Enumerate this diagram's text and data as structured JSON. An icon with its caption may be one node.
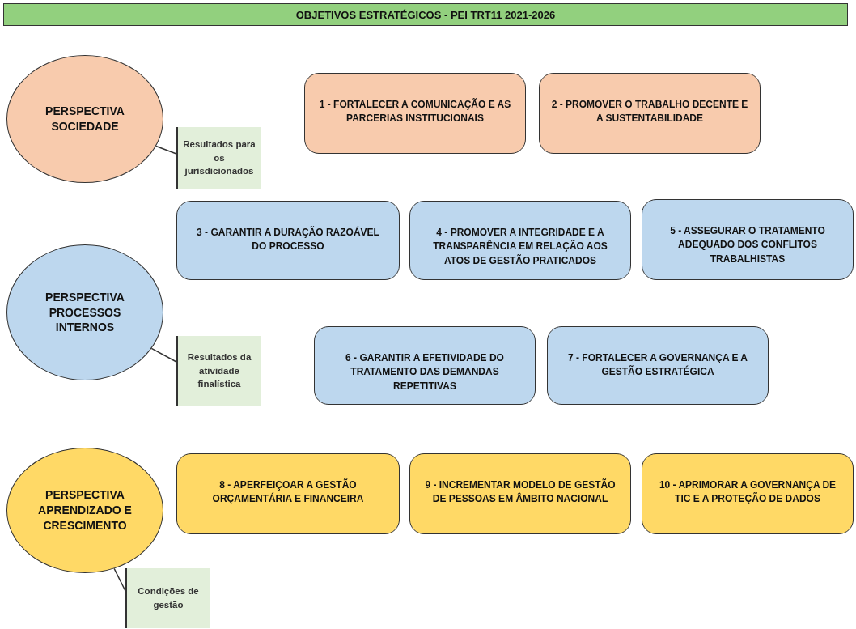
{
  "diagram": {
    "title": "OBJETIVOS ESTRATÉGICOS - PEI TRT11 2021-2026",
    "nodes": [
      {
        "text": [
          "PERSPECTIVA SOCIEDADE"
        ]
      },
      {
        "text": [
          "1 - FORTALECER A COMUNICAÇÃO E AS PARCERIAS INSTITUCIONAIS"
        ]
      },
      {
        "text": [
          "2 - PROMOVER O TRABALHO DECENTE E A SUSTENTABILIDADE"
        ]
      },
      {
        "text": [
          "Resultados para os jurisdicionados"
        ]
      },
      {
        "text": [
          "3 - GARANTIR A DURAÇÃO RAZOÁVEL DO PROCESSO"
        ]
      },
      {
        "text": [
          "4 - PROMOVER A INTEGRIDADE E A TRANSPARÊNCIA EM RELAÇÃO AOS ATOS DE GESTÃO PRATICADOS"
        ]
      },
      {
        "text": [
          "5 - ASSEGURAR O TRATAMENTO ADEQUADO DOS CONFLITOS TRABALHISTAS"
        ]
      },
      {
        "text": [
          "PERSPECTIVA PROCESSOS INTERNOS"
        ]
      },
      {
        "text": [
          "Resultados da atividade finalística"
        ]
      },
      {
        "text": [
          "6 - GARANTIR A EFETIVIDADE DO TRATAMENTO DAS DEMANDAS REPETITIVAS"
        ]
      },
      {
        "text": [
          "7 - FORTALECER A GOVERNANÇA E A GESTÃO ESTRATÉGICA"
        ]
      },
      {
        "text": [
          "PERSPECTIVA APRENDIZADO E CRESCIMENTO"
        ]
      },
      {
        "text": [
          "8 - APERFEIÇOAR A GESTÃO ORÇAMENTÁRIA E FINANCEIRA"
        ]
      },
      {
        "text": [
          "9 - INCREMENTAR MODELO DE GESTÃO DE PESSOAS EM ÂMBITO NACIONAL"
        ]
      },
      {
        "text": [
          "10 - APRIMORAR A GOVERNANÇA DE TIC E A PROTEÇÃO DE DADOS"
        ]
      },
      {
        "text": [
          "Condições de gestão"
        ]
      }
    ],
    "edges": [
      {
        "from": 3,
        "to": 0,
        "arrow": "none"
      },
      {
        "from": 8,
        "to": 7,
        "arrow": "none"
      },
      {
        "from": 15,
        "to": 11,
        "arrow": "none"
      }
    ]
  }
}
